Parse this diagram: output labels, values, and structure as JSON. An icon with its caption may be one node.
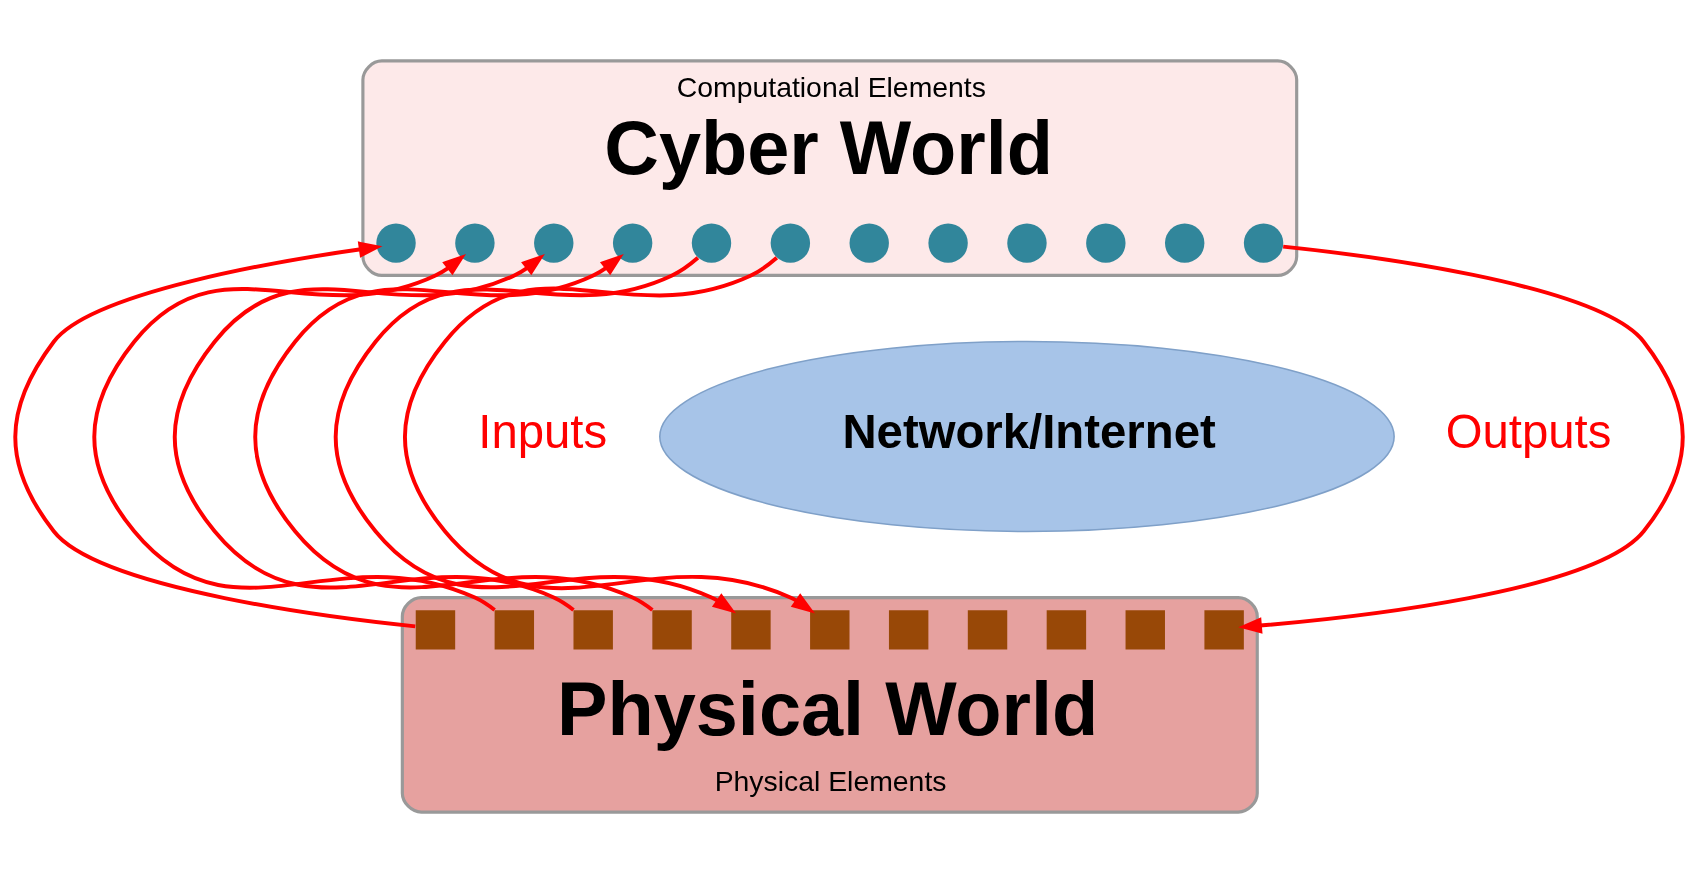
{
  "diagram": {
    "nodes": [
      {
        "text": [
          "Cyber World"
        ],
        "beside": [
          "Computational Elements"
        ]
      },
      {
        "text": [],
        "shape": "circle",
        "in": 0
      },
      {
        "text": [],
        "shape": "circle",
        "in": 0
      },
      {
        "text": [],
        "shape": "circle",
        "in": 0
      },
      {
        "text": [],
        "shape": "circle",
        "in": 0
      },
      {
        "text": [],
        "shape": "circle",
        "in": 0
      },
      {
        "text": [],
        "shape": "circle",
        "in": 0
      },
      {
        "text": [],
        "shape": "circle",
        "in": 0
      },
      {
        "text": [],
        "shape": "circle",
        "in": 0
      },
      {
        "text": [],
        "shape": "circle",
        "in": 0
      },
      {
        "text": [],
        "shape": "circle",
        "in": 0
      },
      {
        "text": [],
        "shape": "circle",
        "in": 0
      },
      {
        "text": [],
        "shape": "circle",
        "in": 0
      },
      {
        "text": [
          "Network/Internet"
        ]
      },
      {
        "text": [
          "Physical World"
        ],
        "beside": [
          "Physical Elements"
        ]
      },
      {
        "text": [],
        "shape": "box",
        "in": 14
      },
      {
        "text": [],
        "shape": "box",
        "in": 14
      },
      {
        "text": [],
        "shape": "box",
        "in": 14
      },
      {
        "text": [],
        "shape": "box",
        "in": 14
      },
      {
        "text": [],
        "shape": "box",
        "in": 14
      },
      {
        "text": [],
        "shape": "box",
        "in": 14
      },
      {
        "text": [],
        "shape": "box",
        "in": 14
      },
      {
        "text": [],
        "shape": "box",
        "in": 14
      },
      {
        "text": [],
        "shape": "box",
        "in": 14
      },
      {
        "text": [],
        "shape": "box",
        "in": 14
      },
      {
        "text": [],
        "shape": "box",
        "in": 14
      }
    ],
    "edges": [
      {
        "from": 14,
        "to": 0,
        "arrow": "to"
      },
      {
        "from": 14,
        "to": 0,
        "arrow": "to"
      },
      {
        "from": 14,
        "to": 0,
        "arrow": "to"
      },
      {
        "from": 14,
        "to": 0,
        "arrow": "to"
      },
      {
        "from": 0,
        "to": 14,
        "arrow": "to"
      },
      {
        "from": 0,
        "to": 14,
        "arrow": "to"
      },
      {
        "from": 0,
        "to": 14,
        "arrow": "to"
      }
    ],
    "labels": [
      "Inputs",
      "Outputs"
    ]
  }
}
